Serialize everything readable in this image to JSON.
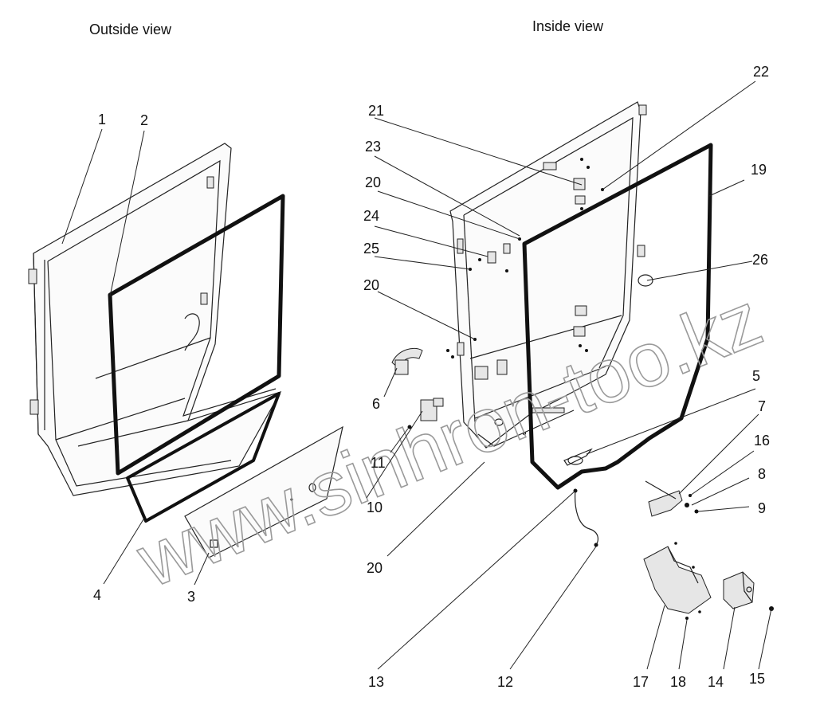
{
  "captions": {
    "outside": "Outside view",
    "inside": "Inside view"
  },
  "watermark": "www.sinhron-too.kz",
  "callouts": [
    {
      "id": "1",
      "label": "1"
    },
    {
      "id": "2",
      "label": "2"
    },
    {
      "id": "3",
      "label": "3"
    },
    {
      "id": "4",
      "label": "4"
    },
    {
      "id": "5",
      "label": "5"
    },
    {
      "id": "6",
      "label": "6"
    },
    {
      "id": "7",
      "label": "7"
    },
    {
      "id": "8",
      "label": "8"
    },
    {
      "id": "9",
      "label": "9"
    },
    {
      "id": "10",
      "label": "10"
    },
    {
      "id": "11",
      "label": "11"
    },
    {
      "id": "12",
      "label": "12"
    },
    {
      "id": "13",
      "label": "13"
    },
    {
      "id": "14",
      "label": "14"
    },
    {
      "id": "15",
      "label": "15"
    },
    {
      "id": "16",
      "label": "16"
    },
    {
      "id": "17",
      "label": "17"
    },
    {
      "id": "18",
      "label": "18"
    },
    {
      "id": "19",
      "label": "19"
    },
    {
      "id": "20a",
      "label": "20"
    },
    {
      "id": "20b",
      "label": "20"
    },
    {
      "id": "20c",
      "label": "20"
    },
    {
      "id": "21",
      "label": "21"
    },
    {
      "id": "22",
      "label": "22"
    },
    {
      "id": "23",
      "label": "23"
    },
    {
      "id": "24",
      "label": "24"
    },
    {
      "id": "25",
      "label": "25"
    },
    {
      "id": "26",
      "label": "26"
    }
  ]
}
